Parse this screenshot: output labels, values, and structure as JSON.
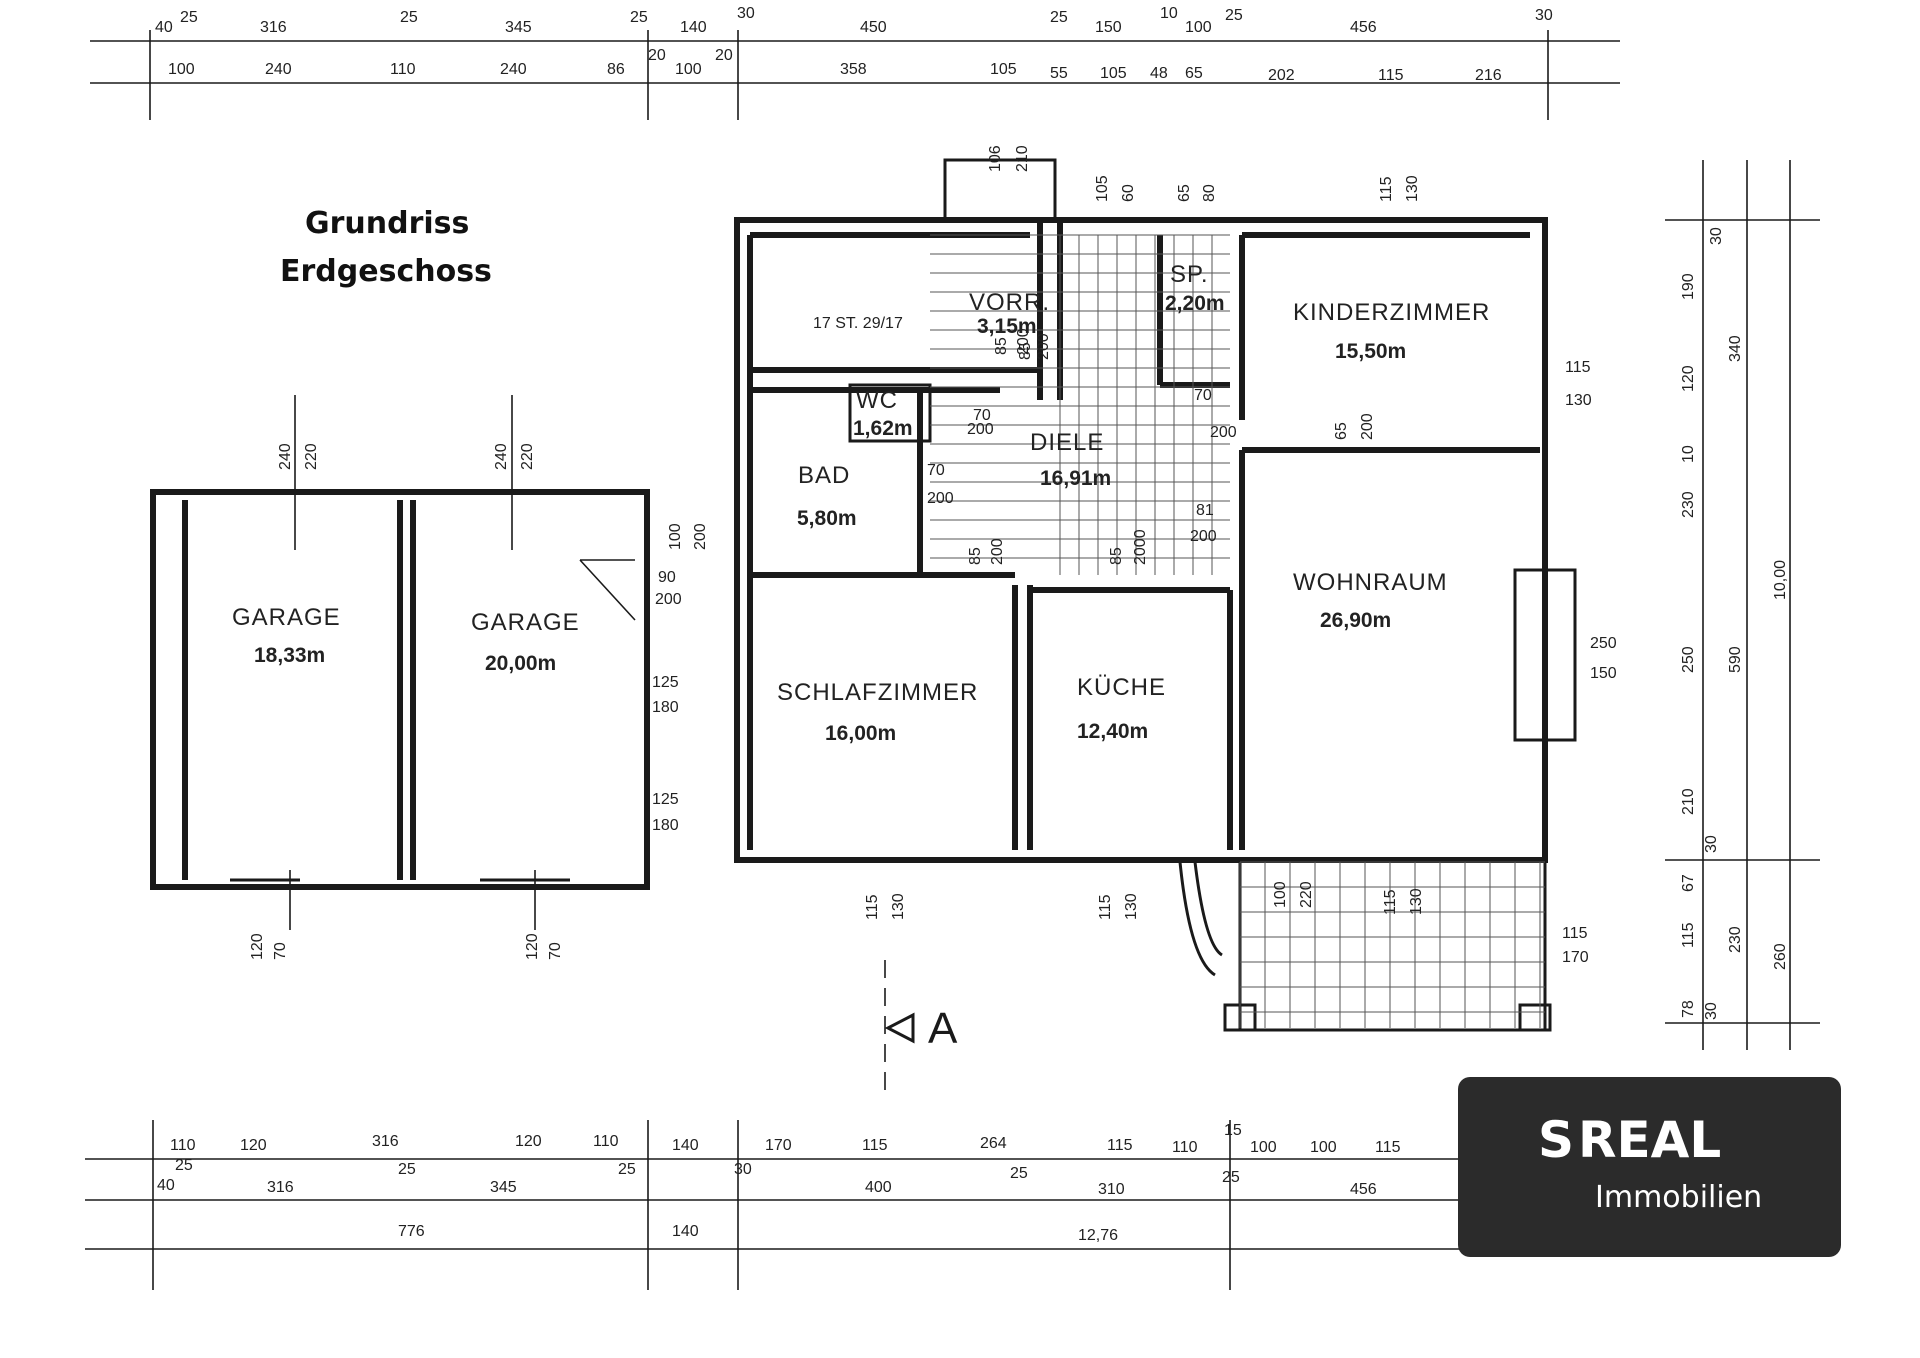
{
  "title": {
    "line1": "Grundriss",
    "line2": "Erdgeschoss"
  },
  "rooms": [
    {
      "name": "GARAGE",
      "area": "18,33m"
    },
    {
      "name": "GARAGE",
      "area": "20,00m"
    },
    {
      "name": "BAD",
      "area": "5,80m"
    },
    {
      "name": "WC",
      "area": "1,62m"
    },
    {
      "name": "VORR.",
      "area": "3,15m"
    },
    {
      "name": "DIELE",
      "area": "16,91m"
    },
    {
      "name": "SP.",
      "area": "2,20m"
    },
    {
      "name": "KINDERZIMMER",
      "area": "15,50m"
    },
    {
      "name": "WOHNRAUM",
      "area": "26,90m"
    },
    {
      "name": "SCHLAFZIMMER",
      "area": "16,00m"
    },
    {
      "name": "KÜCHE",
      "area": "12,40m"
    }
  ],
  "stair_label": "17 ST. 29/17",
  "section_marker": "A",
  "dims": {
    "top_row1": [
      "40",
      "25",
      "316",
      "25",
      "345",
      "25",
      "140",
      "30",
      "450",
      "25",
      "150",
      "10",
      "100",
      "25",
      "456",
      "30"
    ],
    "top_row2": [
      "100",
      "240",
      "110",
      "240",
      "86",
      "20",
      "100",
      "20",
      "358",
      "105",
      "55",
      "105",
      "48",
      "65",
      "202",
      "115",
      "216"
    ],
    "bottom_row1": [
      "110",
      "120",
      "316",
      "120",
      "110",
      "140",
      "170",
      "115",
      "264",
      "115",
      "110",
      "15",
      "100",
      "100",
      "115"
    ],
    "bottom_row2": [
      "40",
      "25",
      "316",
      "25",
      "345",
      "25",
      "30",
      "400",
      "25",
      "310",
      "25",
      "456"
    ],
    "bottom_row3": [
      "776",
      "140",
      "12,76"
    ],
    "right_col1": [
      "30",
      "190",
      "120",
      "10",
      "230",
      "250",
      "210",
      "30",
      "67",
      "115",
      "78"
    ],
    "right_col2": [
      "340",
      "590",
      "230",
      "30"
    ],
    "right_col3": [
      "10,00",
      "260"
    ],
    "openings": [
      {
        "a": "240",
        "b": "220"
      },
      {
        "a": "240",
        "b": "220"
      },
      {
        "a": "120",
        "b": "70"
      },
      {
        "a": "120",
        "b": "70"
      },
      {
        "a": "100",
        "b": "200"
      },
      {
        "a": "90",
        "b": "200"
      },
      {
        "a": "125",
        "b": "180"
      },
      {
        "a": "125",
        "b": "180"
      },
      {
        "a": "106",
        "b": "210"
      },
      {
        "a": "105",
        "b": "60"
      },
      {
        "a": "65",
        "b": "80"
      },
      {
        "a": "115",
        "b": "130"
      },
      {
        "a": "115",
        "b": "130"
      },
      {
        "a": "65",
        "b": "200"
      },
      {
        "a": "250",
        "b": "150"
      },
      {
        "a": "115",
        "b": "170"
      },
      {
        "a": "115",
        "b": "130"
      },
      {
        "a": "115",
        "b": "130"
      },
      {
        "a": "100",
        "b": "220"
      },
      {
        "a": "115",
        "b": "130"
      },
      {
        "a": "85",
        "b": "200"
      },
      {
        "a": "70",
        "b": "200"
      },
      {
        "a": "85",
        "b": "200"
      },
      {
        "a": "85",
        "b": "2000"
      },
      {
        "a": "81",
        "b": "200"
      },
      {
        "a": "70",
        "b": "200"
      },
      {
        "a": "70",
        "b": "200"
      },
      {
        "a": "85",
        "b": "200"
      }
    ]
  },
  "logo": {
    "s": "S",
    "brand": "REAL",
    "sub": "Immobilien"
  }
}
